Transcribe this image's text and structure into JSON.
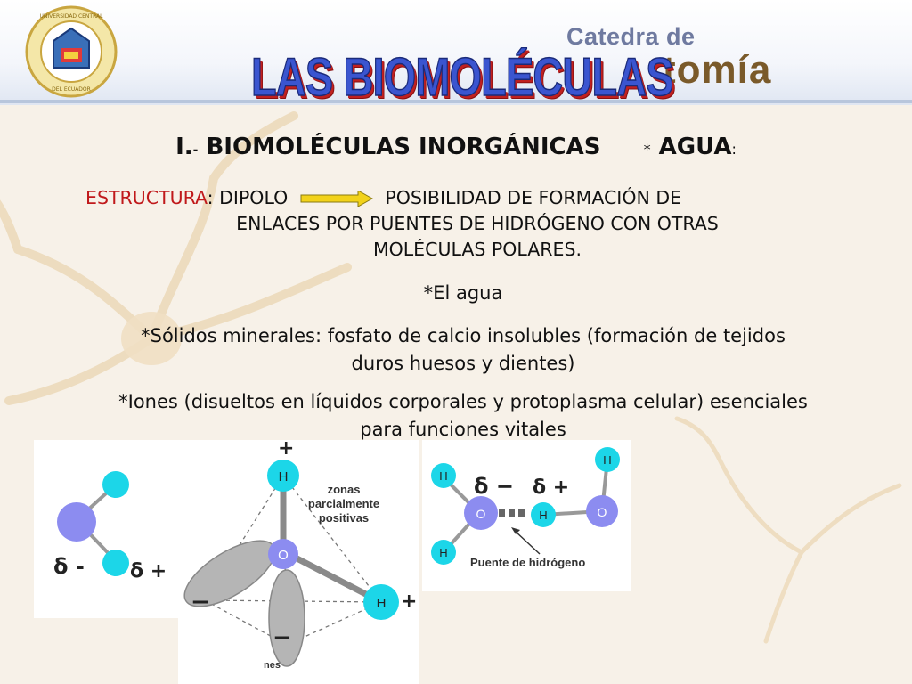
{
  "header": {
    "catedra": "Catedra de",
    "anatomia": "tomía",
    "title": "LAS BIOMOLÉCULAS",
    "seal_text": "UNIVERSIDAD CENTRAL DEL ECUADOR"
  },
  "section": {
    "prefix": "I.",
    "dash": "-",
    "main": "BIOMOLÉCULAS INORGÁNICAS",
    "star": "*",
    "agua": "AGUA",
    "colon": ":"
  },
  "structure": {
    "label": "ESTRUCTURA",
    "colon": ":",
    "dipolo": "DIPOLO",
    "line1_rest": "POSIBILIDAD DE FORMACIÓN DE",
    "line2": "ENLACES POR PUENTES DE HIDRÓGENO CON OTRAS",
    "line3": "MOLÉCULAS POLARES."
  },
  "bullets": {
    "agua": "*El agua",
    "solidos_l1": "*Sólidos minerales: fosfato de calcio insolubles (formación de tejidos",
    "solidos_l2": "duros huesos y dientes)",
    "iones_l1": "*Iones (disueltos en líquidos corporales y protoplasma celular) esenciales",
    "iones_l2": "para funciones vitales"
  },
  "diagram1": {
    "delta_minus": "δ -",
    "delta_plus": "δ +"
  },
  "diagram2": {
    "h_top": "H",
    "o_center": "O",
    "h_right": "H",
    "plus_top": "+",
    "plus_right": "+",
    "minus_left": "−",
    "minus_bottom": "−",
    "zonas_l1": "zonas",
    "zonas_l2": "parcialmente",
    "zonas_l3": "positivas",
    "cut_text": "nes"
  },
  "diagram3": {
    "h1": "H",
    "h2": "H",
    "o1": "O",
    "h_mid": "H",
    "o2": "O",
    "h_right": "H",
    "delta_minus": "δ −",
    "delta_plus": "δ +",
    "puente": "Puente de hidrógeno"
  },
  "colors": {
    "title_blue": "#3a55d0",
    "label_red": "#c0191b",
    "arrow_yellow": "#f2d21a",
    "oxygen": "#8c8cf0",
    "hydrogen": "#1cd6e8",
    "lobe_gray": "#b5b5b5"
  }
}
